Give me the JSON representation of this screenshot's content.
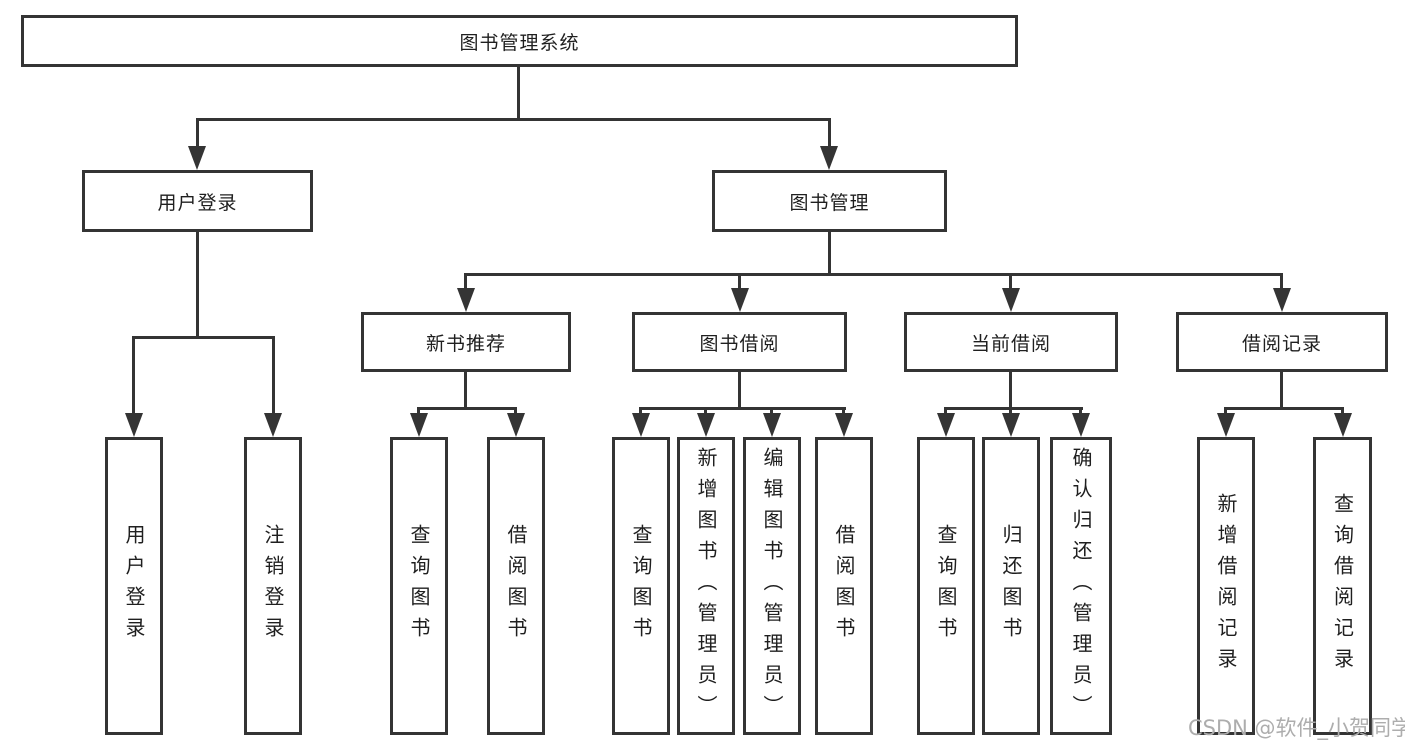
{
  "colors": {
    "line": "#343434",
    "text": "#1f1f1f",
    "background": "#ffffff",
    "watermark": "#adadad"
  },
  "diagram": {
    "root": "图书管理系统",
    "level2": [
      "用户登录",
      "图书管理"
    ],
    "level3": [
      "新书推荐",
      "图书借阅",
      "当前借阅",
      "借阅记录"
    ],
    "leaves": {
      "user_login": [
        "用户登录",
        "注销登录"
      ],
      "new_book_recommend": [
        "查询图书",
        "借阅图书"
      ],
      "book_borrowing": [
        "查询图书",
        "新增图书（管理员）",
        "编辑图书（管理员）",
        "借阅图书"
      ],
      "current_borrowing": [
        "查询图书",
        "归还图书",
        "确认归还（管理员）"
      ],
      "borrowing_records": [
        "新增借阅记录",
        "查询借阅记录"
      ]
    }
  },
  "watermark": {
    "text": "CSDN @软件_小贺同学"
  }
}
